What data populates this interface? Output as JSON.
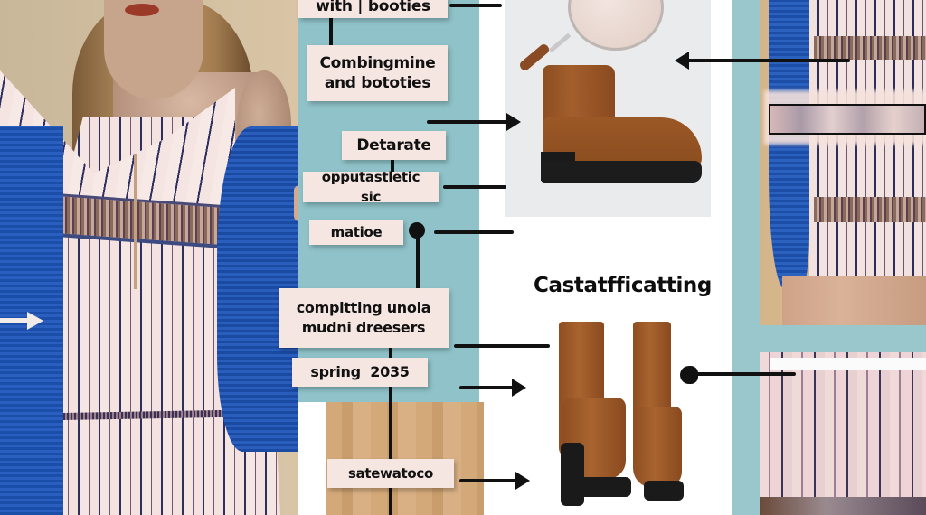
{
  "image": {
    "description": "Fashion infographic: model in striped boho dress with blue cardigan, annotated with label boxes and arrows pointing to brown suede booties",
    "colors": {
      "teal_background": "#8fc3c9",
      "label_box": "#f6e6e2",
      "label_text": "#111111",
      "cardigan_blue": "#2a5fbf",
      "boot_brown": "#9b5826",
      "sole_black": "#1c1c1c",
      "wood": "#d4a979"
    }
  },
  "labels": [
    {
      "id": "label-1",
      "text": "with | booties"
    },
    {
      "id": "label-2",
      "lines": [
        "Combingmine",
        "and bototies"
      ]
    },
    {
      "id": "label-3",
      "text": "Detarate"
    },
    {
      "id": "label-4",
      "text": "opputastletic sic"
    },
    {
      "id": "label-5",
      "text": "matioe"
    },
    {
      "id": "label-6",
      "lines": [
        "compitting unola",
        "mudni dreesers"
      ]
    },
    {
      "id": "label-7",
      "text": "spring  2035"
    },
    {
      "id": "label-8",
      "text": "satewatoco"
    }
  ],
  "headline": {
    "text": "Castatfficatting"
  },
  "products": [
    {
      "id": "chelsea-bootie",
      "type": "ankle boot",
      "color": "brown suede"
    },
    {
      "id": "tall-boots",
      "type": "mid-calf block-heel boots",
      "color": "brown suede"
    }
  ],
  "decor": {
    "magnifying_glass": true,
    "white_arrow_left": true
  }
}
